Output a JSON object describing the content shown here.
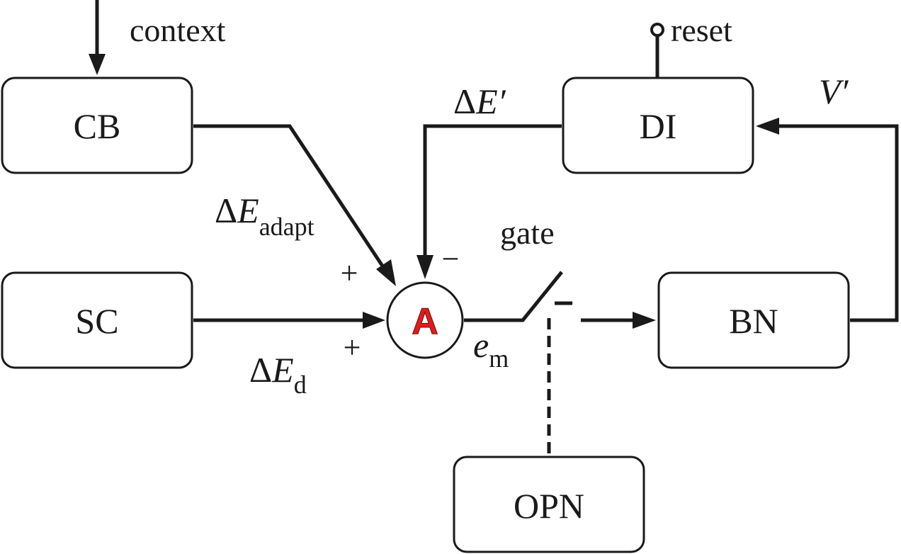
{
  "blocks": {
    "cb": "CB",
    "sc": "SC",
    "di": "DI",
    "bn": "BN",
    "opn": "OPN"
  },
  "summer": {
    "label": "A",
    "color": "#e01b1b"
  },
  "labels": {
    "context": "context",
    "reset": "reset",
    "gate": "gate",
    "delta": "Δ",
    "e_symbol": "E",
    "adapt_sub": "adapt",
    "d_sub": "d",
    "e_prime": "E′",
    "v_prime": "V′",
    "em_base": "e",
    "em_sub": "m"
  },
  "signs": {
    "plus_adapt": "+",
    "plus_d": "+",
    "minus_feedback": "−",
    "minus_gate": "−"
  }
}
